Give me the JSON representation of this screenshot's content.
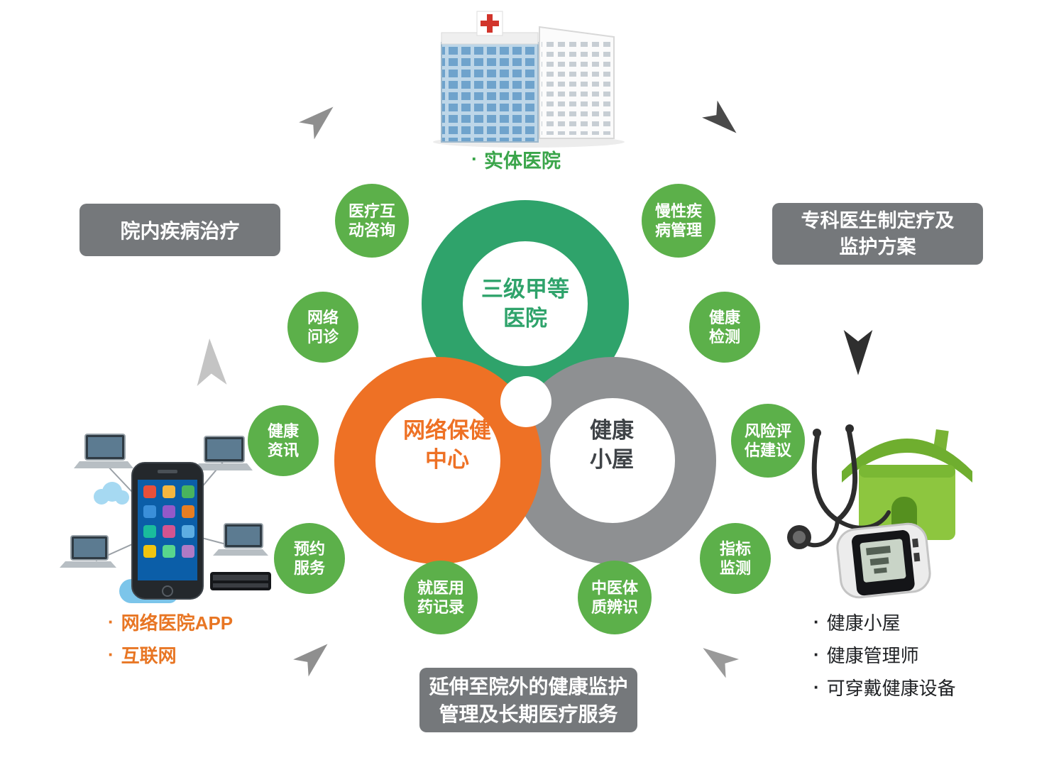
{
  "bullet": "·",
  "hospital": {
    "label": "实体医院"
  },
  "rings": {
    "green": {
      "line1": "三级甲等",
      "line2": "医院"
    },
    "orange": {
      "line1": "网络保健",
      "line2": "中心"
    },
    "gray": {
      "line1": "健康",
      "line2": "小屋"
    }
  },
  "badges": [
    {
      "name": "medical-interactive-consult",
      "line1": "医疗互",
      "line2": "动咨询"
    },
    {
      "name": "chronic-disease-management",
      "line1": "慢性疾",
      "line2": "病管理"
    },
    {
      "name": "online-consultation",
      "line1": "网络",
      "line2": "问诊"
    },
    {
      "name": "health-check",
      "line1": "健康",
      "line2": "检测"
    },
    {
      "name": "health-information",
      "line1": "健康",
      "line2": "资讯"
    },
    {
      "name": "risk-assessment-advice",
      "line1": "风险评",
      "line2": "估建议"
    },
    {
      "name": "appointment-service",
      "line1": "预约",
      "line2": "服务"
    },
    {
      "name": "indicator-monitoring",
      "line1": "指标",
      "line2": "监测"
    },
    {
      "name": "medication-records",
      "line1": "就医用",
      "line2": "药记录"
    },
    {
      "name": "tcm-constitution-id",
      "line1": "中医体",
      "line2": "质辨识"
    }
  ],
  "callouts": {
    "left": {
      "line1": "院内疾病治疗"
    },
    "right": {
      "line1": "专科医生制定疗及",
      "line2": "监护方案"
    },
    "bottom": {
      "line1": "延伸至院外的健康监护",
      "line2": "管理及长期医疗服务"
    }
  },
  "notes_left": {
    "items": [
      "网络医院APP",
      "互联网"
    ]
  },
  "notes_right": {
    "items": [
      "健康小屋",
      "健康管理师",
      "可穿戴健康设备"
    ]
  },
  "colors": {
    "ring_green": "#2fa36b",
    "ring_orange": "#ee7125",
    "ring_gray": "#8e9092",
    "badge_green": "#5cb04a",
    "box_gray": "#75787b",
    "accent_orange": "#e87624",
    "label_green": "#3aa54a"
  }
}
